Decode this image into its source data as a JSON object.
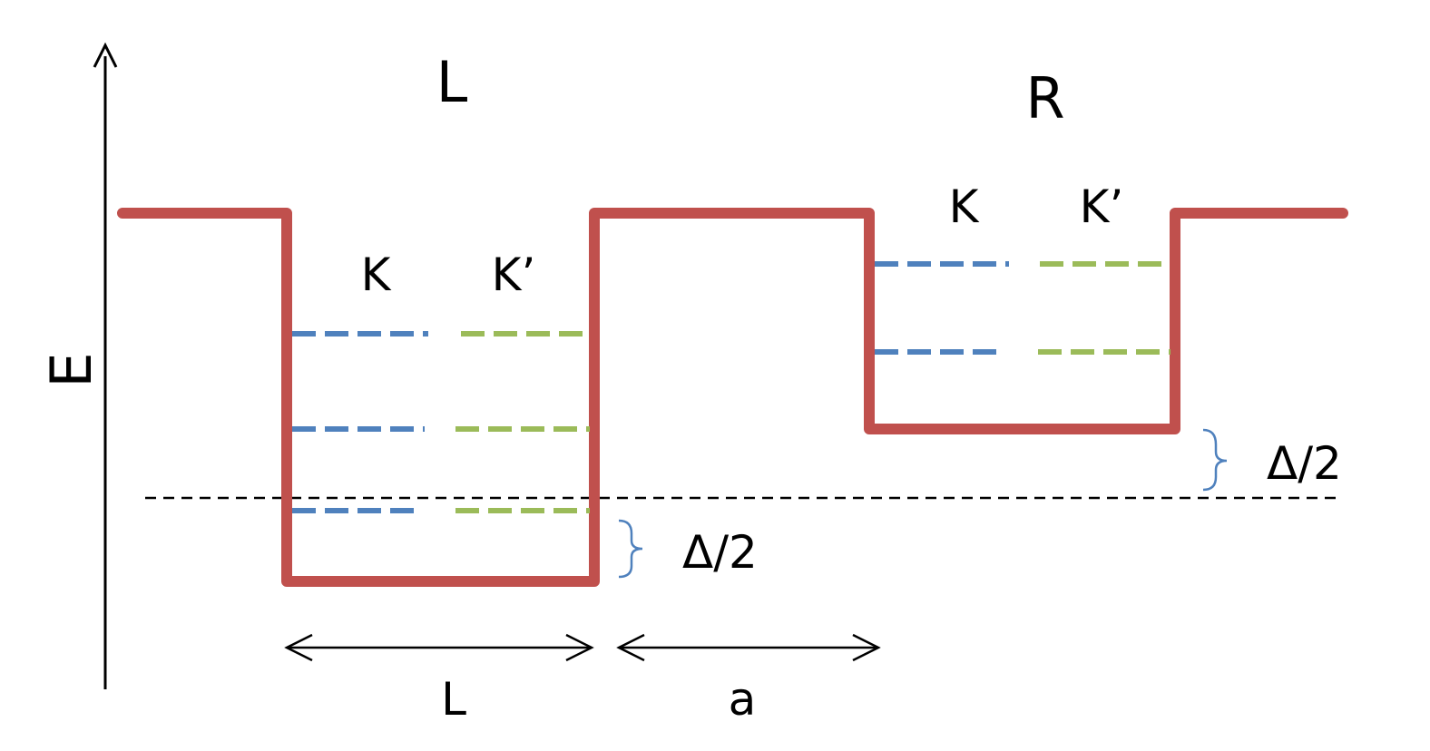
{
  "axis": {
    "label": "E"
  },
  "wells": {
    "left": {
      "label": "L",
      "valley_labels": [
        "K",
        "K’"
      ]
    },
    "right": {
      "label": "R",
      "valley_labels": [
        "K",
        "K’"
      ]
    }
  },
  "offsets": {
    "left_label": "Δ/2",
    "right_label": "Δ/2"
  },
  "dimensions": {
    "well_width_label": "L",
    "separation_label": "a"
  },
  "colors": {
    "potential": "#c0504d",
    "K_levels": "#4f81bd",
    "Kprime_levels": "#9bbb59",
    "brace": "#4f81bd",
    "axis": "#000000",
    "reference_line": "#000000"
  }
}
